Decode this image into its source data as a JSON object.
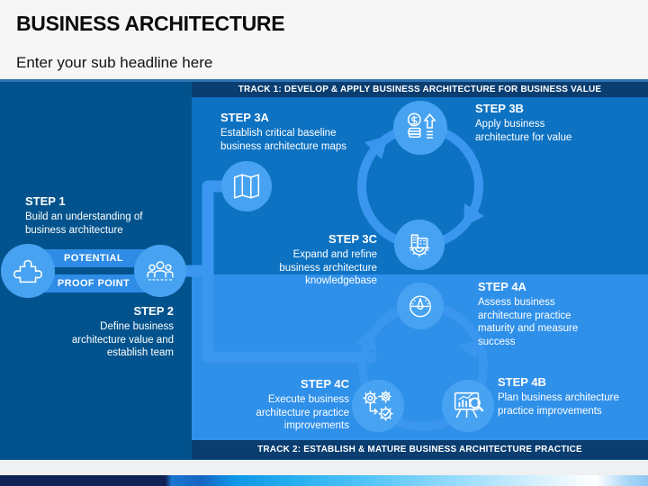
{
  "header": {
    "title": "BUSINESS ARCHITECTURE",
    "subtitle": "Enter your sub headline here"
  },
  "tracks": {
    "track1": {
      "label": "TRACK 1: DEVELOP & APPLY BUSINESS ARCHITECTURE FOR BUSINESS VALUE"
    },
    "track2": {
      "label": "TRACK 2: ESTABLISH & MATURE BUSINESS ARCHITECTURE PRACTICE"
    }
  },
  "steps": {
    "step1": {
      "label": "STEP 1",
      "description": "Build an understanding of business architecture",
      "icon": "puzzle-icon"
    },
    "step2": {
      "label": "STEP 2",
      "description": "Define business architecture value and establish team",
      "icon": "team-icon"
    },
    "step3a": {
      "label": "STEP 3A",
      "description": "Establish critical baseline business architecture maps",
      "icon": "map-icon"
    },
    "step3b": {
      "label": "STEP 3B",
      "description": "Apply business architecture for value",
      "icon": "money-growth-icon"
    },
    "step3c": {
      "label": "STEP 3C",
      "description": "Expand and refine business architecture knowledgebase",
      "icon": "city-gear-icon"
    },
    "step4a": {
      "label": "STEP 4A",
      "description": "Assess business architecture practice maturity and measure success",
      "icon": "gauge-icon"
    },
    "step4b": {
      "label": "STEP 4B",
      "description": "Plan business architecture practice improvements",
      "icon": "chart-magnifier-icon"
    },
    "step4c": {
      "label": "STEP 4C",
      "description": "Execute business architecture practice improvements",
      "icon": "gears-check-icon"
    }
  },
  "connectors": {
    "potential": "POTENTIAL",
    "proof_point": "PROOF POINT"
  },
  "colors": {
    "background": "#02538d",
    "track1_panel": "#0d72c2",
    "track2_panel": "#2f90ea",
    "banner": "#0a3d70",
    "cycle_ring": "#3a96ee",
    "icon_bubble": "#47a3f2",
    "pill": "#2e8ce6",
    "header_rule": "#2e74b5"
  }
}
